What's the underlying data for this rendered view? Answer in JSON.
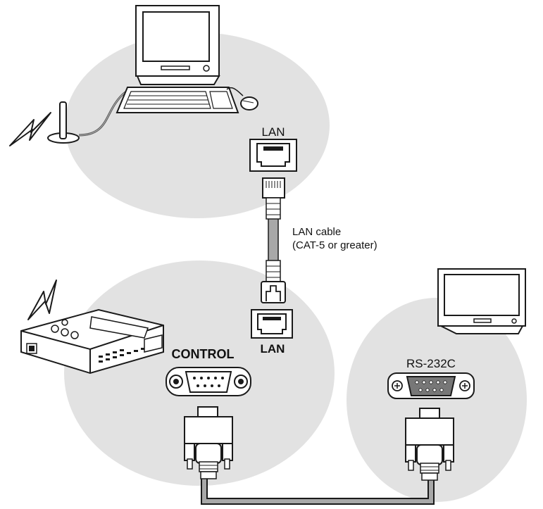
{
  "labels": {
    "computer_lan": "LAN",
    "cable_line1": "LAN cable",
    "cable_line2": "(CAT-5 or greater)",
    "projector_lan": "LAN",
    "control": "CONTROL",
    "rs232c": "RS-232C"
  },
  "icons": {
    "computer": "computer-icon",
    "monitor": "monitor-icon",
    "projector": "projector-icon",
    "antenna": "antenna-icon",
    "lightning": "lightning-icon",
    "lan_port": "lan-port-icon",
    "serial_port": "serial-port-icon",
    "plug": "plug-icon",
    "mouse": "mouse-icon"
  },
  "colors": {
    "zone_fill": "#e2e2e2",
    "cable_fill": "#a8a8a8",
    "outline": "#1a1a1a"
  }
}
